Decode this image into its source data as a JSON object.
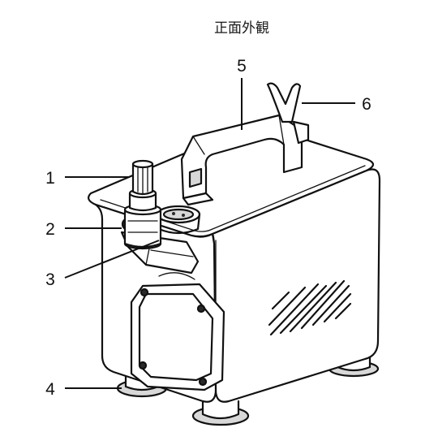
{
  "title": "正面外観",
  "callouts": [
    {
      "number": "1",
      "part": "regulator-knob"
    },
    {
      "number": "2",
      "part": "pressure-gauge"
    },
    {
      "number": "3",
      "part": "regulator-bracket"
    },
    {
      "number": "4",
      "part": "rubber-foot"
    },
    {
      "number": "5",
      "part": "carry-handle"
    },
    {
      "number": "6",
      "part": "airbrush-holder"
    }
  ]
}
